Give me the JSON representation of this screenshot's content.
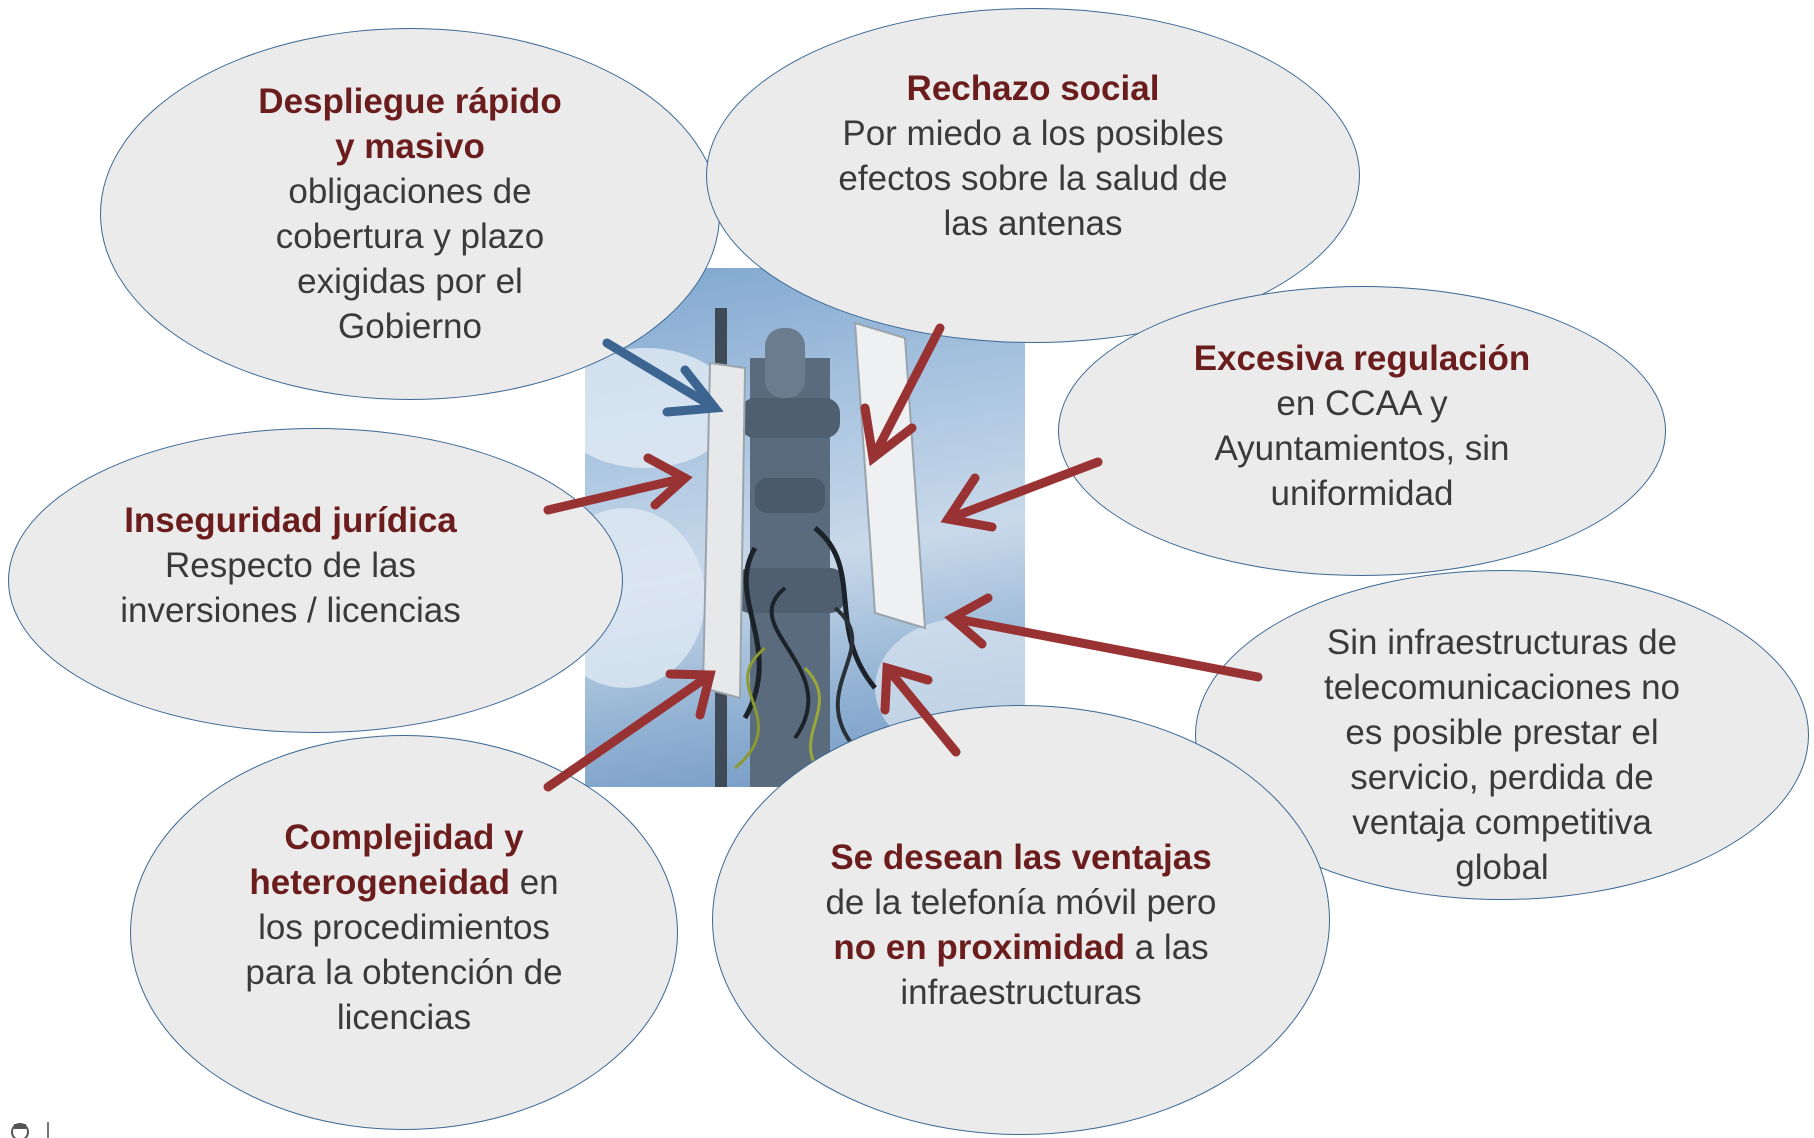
{
  "photo": {
    "name": "telecom-antenna-tower-photo"
  },
  "bubbles": {
    "despliegue": {
      "bold": "Despliegue rápido y masivo",
      "text": "obligaciones de cobertura y plazo exigidas por el Gobierno"
    },
    "rechazo": {
      "bold": "Rechazo social",
      "text": "Por miedo a los posibles efectos sobre la salud de las antenas"
    },
    "regulacion": {
      "bold": "Excesiva regulación",
      "text": "en CCAA y Ayuntamientos, sin uniformidad"
    },
    "inseguridad": {
      "bold": "Inseguridad jurídica",
      "text": "Respecto de  las inversiones / licencias"
    },
    "sin_infra": {
      "text": "Sin infraestructuras de telecomunicaciones no es posible prestar el servicio, perdida de ventaja competitiva global"
    },
    "complejidad": {
      "bold": "Complejidad y heterogeneidad",
      "text": " en los procedimientos para la obtención de licencias"
    },
    "ventajas": {
      "bold1": "Se desean las ventajas",
      "text1": " de la telefonía móvil pero ",
      "bold2": "no en proximidad",
      "text2": " a las infraestructuras"
    }
  },
  "colors": {
    "bubble_fill": "#ebebeb",
    "bubble_border": "#3c6894",
    "bold_text": "#6b1d1d",
    "body_text": "#3a3a3a",
    "arrow_red": "#993333",
    "arrow_blue": "#3d6591"
  }
}
